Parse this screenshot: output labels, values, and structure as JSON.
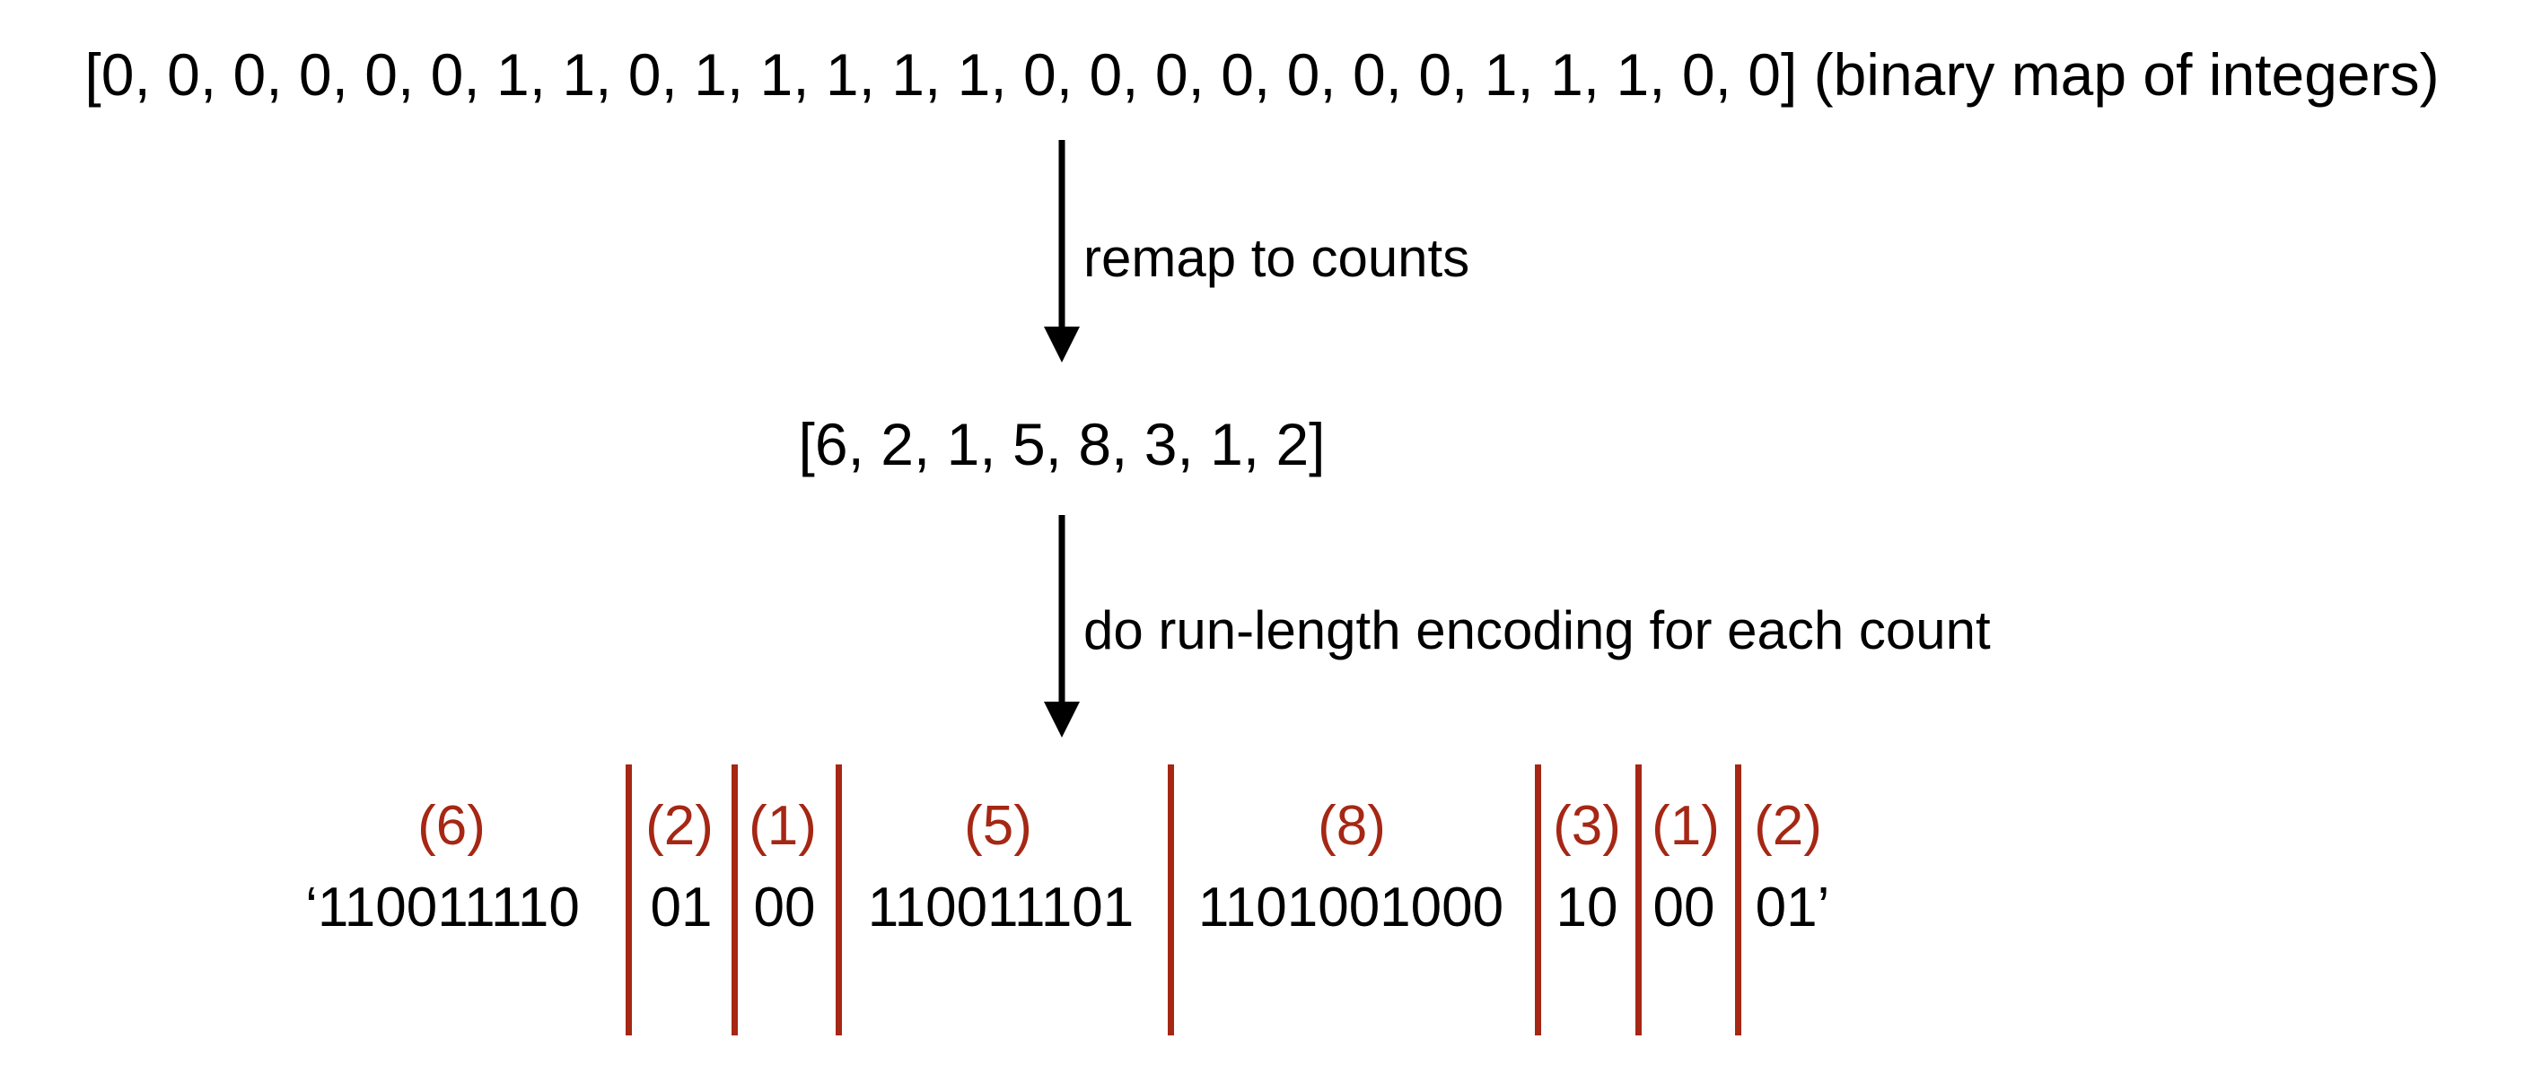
{
  "binary_map": {
    "text": "[0, 0, 0, 0, 0, 0, 1, 1, 0, 1, 1, 1, 1, 1, 0, 0, 0, 0, 0, 0, 0, 1, 1, 1, 0, 0] (binary map of integers)"
  },
  "step1": {
    "label": "remap to counts"
  },
  "counts": {
    "text": "[6, 2, 1, 5, 8, 3, 1, 2]"
  },
  "step2": {
    "label": "do run-length encoding for each count"
  },
  "segments": [
    {
      "label": "(6)",
      "code": "‘110011110"
    },
    {
      "label": "(2)",
      "code": "01"
    },
    {
      "label": "(1)",
      "code": "00"
    },
    {
      "label": "(5)",
      "code": "110011101"
    },
    {
      "label": "(8)",
      "code": "1101001000"
    },
    {
      "label": "(3)",
      "code": "10"
    },
    {
      "label": "(1)",
      "code": "00"
    },
    {
      "label": "(2)",
      "code": "01’"
    }
  ],
  "colors": {
    "text": "#000000",
    "accent": "#a52714"
  }
}
